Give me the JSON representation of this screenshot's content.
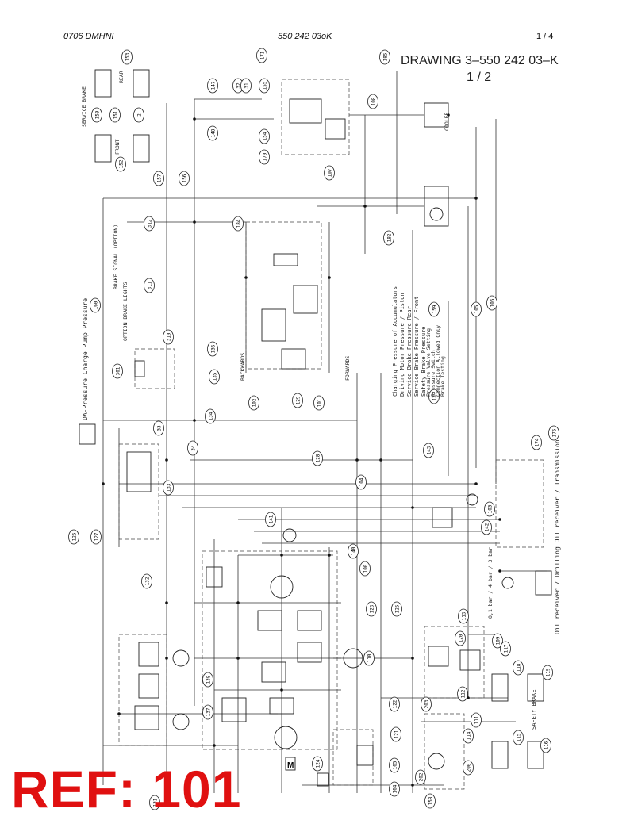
{
  "header": {
    "doc_code": "0706 DMHNI",
    "drawing_no": "550 242 03oK",
    "page": "1 /  4"
  },
  "title": {
    "line1": "DRAWING 3–550 242 03–K",
    "line2": "1 / 2"
  },
  "ref_stamp": "REF: 101",
  "legend": {
    "items": [
      "Charging Pressure of Accumulators",
      "Driving Motor Pressure / Piston",
      "Service Brake Pressure  Rear",
      "Service Brake Pressure / Front",
      "Safety Brake Pressure",
      "Pressure Valve Setting",
      "Pressure Switch",
      "Connection Allowed Only",
      "Brake Testing"
    ]
  },
  "side_labels": {
    "charge_pump": "DA-Pressure  Charge Pump Pressure",
    "oil_receiver": "Oil receiver / Drilling  Oil receiver / Transmission",
    "safety_brake": "SAFETY BRAKE",
    "service_brake": "SERVICE BRAKE",
    "rear": "REAR",
    "front": "FRONT",
    "backwards": "BACKWARDS",
    "forwards": "FORWARDS",
    "brake_signal": "BRAKE SIGNAL (OPTION)",
    "option_lights": "OPTION BRAKE LIGHTS",
    "cooler": "COOLER",
    "valve_setting": "0,1 bar / 4 bar / 3 bar",
    "motor_mark": "M"
  },
  "callouts": [
    "153",
    "151",
    "150",
    "152",
    "2",
    "147",
    "171",
    "32",
    "31",
    "155",
    "185",
    "148",
    "154",
    "170",
    "107",
    "108",
    "157",
    "156",
    "184",
    "312",
    "311",
    "182",
    "160",
    "310",
    "301",
    "136",
    "135",
    "134",
    "133",
    "33",
    "34",
    "102",
    "129",
    "101",
    "128",
    "139",
    "159",
    "105",
    "106",
    "174",
    "175",
    "104",
    "143",
    "142",
    "103",
    "126",
    "127",
    "141",
    "140",
    "132",
    "100",
    "123",
    "125",
    "113",
    "120",
    "109",
    "117",
    "118",
    "119",
    "138",
    "137",
    "122",
    "110",
    "112",
    "203",
    "111",
    "114",
    "115",
    "116",
    "121",
    "124",
    "165",
    "164",
    "202",
    "200",
    "158",
    "131"
  ]
}
